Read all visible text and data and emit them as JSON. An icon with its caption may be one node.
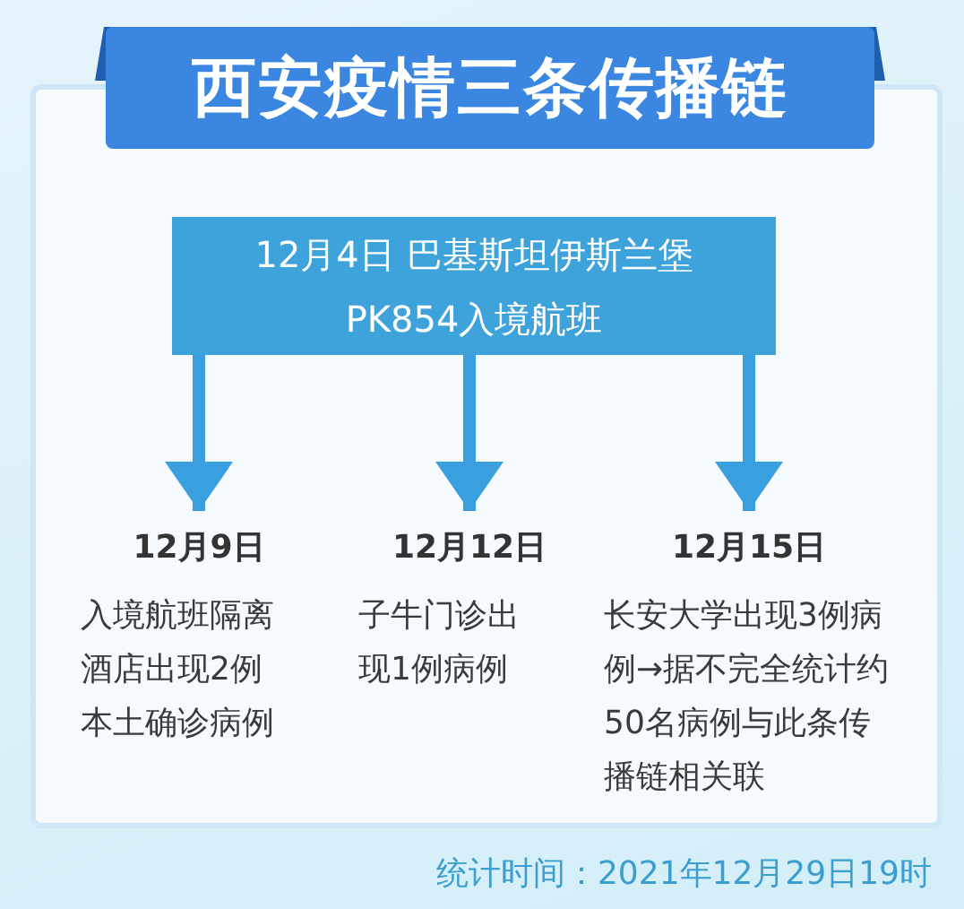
{
  "diagram": {
    "title": "西安疫情三条传播链",
    "nodes": [
      {
        "text": [
          "12月4日 巴基斯坦伊斯兰堡PK854入境航班"
        ]
      },
      {
        "text": [
          "12月9日",
          "入境航班隔离酒店出现2例本土确诊病例"
        ]
      },
      {
        "text": [
          "12月12日",
          "子牛门诊出现1例病例"
        ]
      },
      {
        "text": [
          "12月15日",
          "长安大学出现3例病例→据不完全统计约50名病例与此条传播链相关联"
        ]
      }
    ],
    "edges": [
      {
        "from": 0,
        "to": 1,
        "arrow": "to"
      },
      {
        "from": 0,
        "to": 2,
        "arrow": "to"
      },
      {
        "from": 0,
        "to": 3,
        "arrow": "to"
      }
    ],
    "labels": [
      "统计时间：2021年12月29日19时"
    ]
  }
}
